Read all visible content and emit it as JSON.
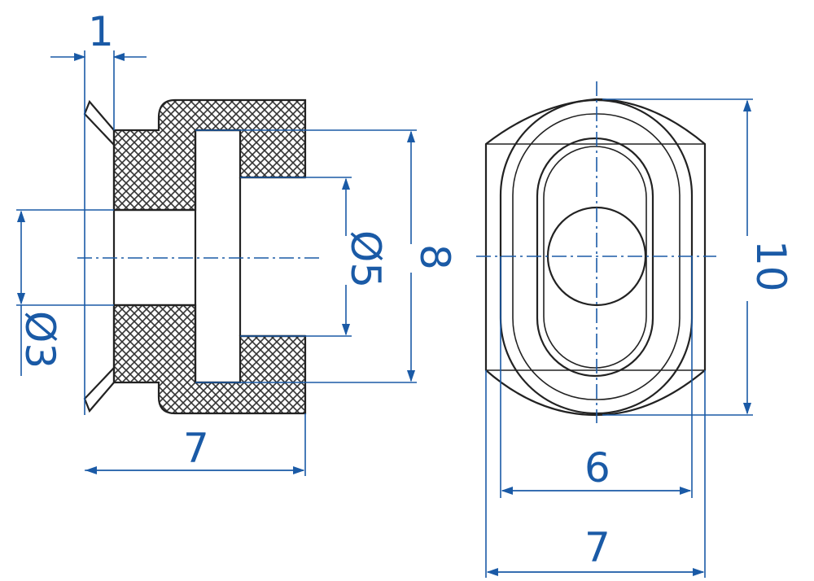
{
  "side_view": {
    "dim_lip_width": "1",
    "dim_bore_small": "Ø3",
    "dim_bore_large": "Ø5",
    "dim_height": "8",
    "dim_length": "7"
  },
  "front_view": {
    "dim_inner_width": "6",
    "dim_outer_width": "7",
    "dim_height": "10"
  },
  "colors": {
    "dimension": "#1a5aa6",
    "outline": "#222222",
    "hatch": "#333333"
  }
}
